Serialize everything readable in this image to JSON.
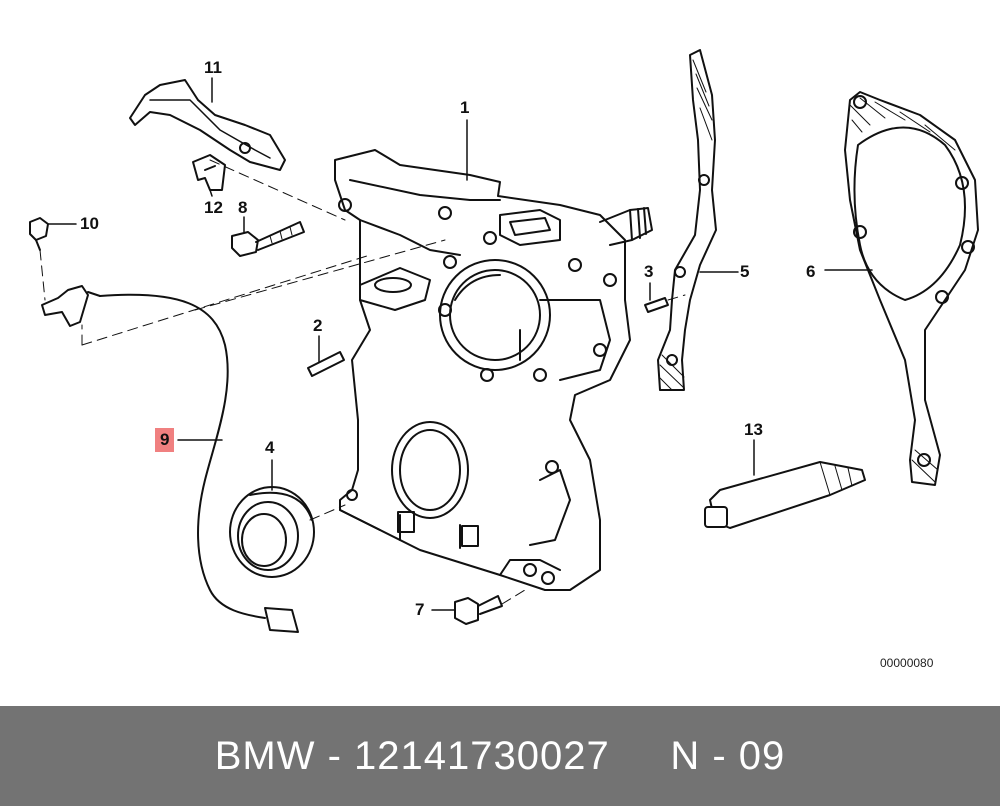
{
  "diagram": {
    "callouts": [
      {
        "id": "1",
        "label": "1"
      },
      {
        "id": "2",
        "label": "2"
      },
      {
        "id": "3",
        "label": "3"
      },
      {
        "id": "4",
        "label": "4"
      },
      {
        "id": "5",
        "label": "5"
      },
      {
        "id": "6",
        "label": "6"
      },
      {
        "id": "7",
        "label": "7"
      },
      {
        "id": "8",
        "label": "8"
      },
      {
        "id": "9",
        "label": "9",
        "highlighted": true
      },
      {
        "id": "10",
        "label": "10"
      },
      {
        "id": "11",
        "label": "11"
      },
      {
        "id": "12",
        "label": "12"
      },
      {
        "id": "13",
        "label": "13"
      }
    ],
    "reference_code": "00000080",
    "highlight_color": "#f08080",
    "line_color": "#111111"
  },
  "footer": {
    "text": "BMW - 12141730027     N - 09",
    "background": "#737373",
    "text_color": "#ffffff"
  }
}
